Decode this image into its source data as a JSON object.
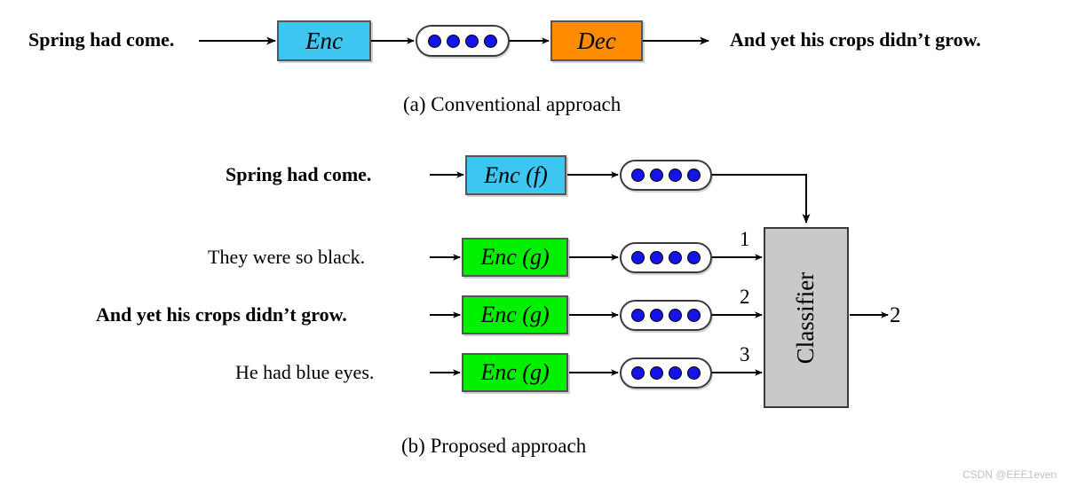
{
  "figure": {
    "panel_a": {
      "caption": "(a) Conventional approach",
      "input_sentence": "Spring had come.",
      "encoder_label": "Enc",
      "decoder_label": "Dec",
      "output_sentence": "And yet his crops didn’t grow.",
      "latent_dots": 4
    },
    "panel_b": {
      "caption": "(b) Proposed approach",
      "context_row": {
        "sentence": "Spring had come.",
        "bold": true,
        "encoder_label": "Enc (f)",
        "encoder_color": "#3DC7F0",
        "latent_dots": 4
      },
      "candidate_rows": [
        {
          "sentence": "They were so black.",
          "bold": false,
          "encoder_label": "Enc (g)",
          "encoder_color": "#00F000",
          "latent_dots": 4,
          "input_index": "1"
        },
        {
          "sentence": "And yet his crops didn’t grow.",
          "bold": true,
          "encoder_label": "Enc (g)",
          "encoder_color": "#00F000",
          "latent_dots": 4,
          "input_index": "2"
        },
        {
          "sentence": "He had blue eyes.",
          "bold": false,
          "encoder_label": "Enc (g)",
          "encoder_color": "#00F000",
          "latent_dots": 4,
          "input_index": "3"
        }
      ],
      "classifier": {
        "label": "Classifier",
        "fill_color": "#C9C9C9",
        "output_value": "2"
      }
    },
    "colors": {
      "encoder_f": "#3DC7F0",
      "encoder_g": "#00F000",
      "decoder": "#FF8C00",
      "classifier": "#C9C9C9",
      "latent_dot": "#1414E6",
      "outline": "#3a3a3a"
    }
  },
  "watermark": "CSDN @EEE1even"
}
